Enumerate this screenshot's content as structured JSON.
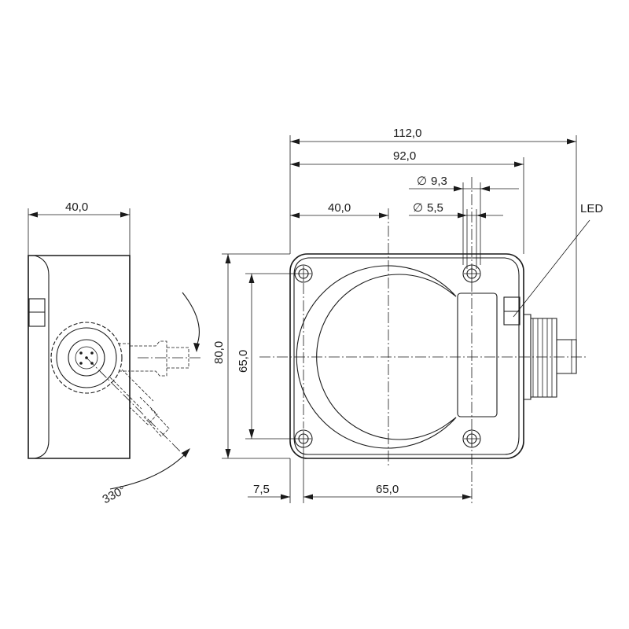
{
  "drawing": {
    "dims": {
      "overall_length": "112,0",
      "body_length": "92,0",
      "hole_dia_outer": "9,3",
      "hole_dia_inner": "5,5",
      "center_offset": "40,0",
      "side_width": "40,0",
      "height": "80,0",
      "hole_spacing_v": "65,0",
      "edge_offset": "7,5",
      "hole_spacing_h": "65,0",
      "rotation": "330°"
    },
    "labels": {
      "led": "LED",
      "diameter_symbol": "∅"
    }
  }
}
